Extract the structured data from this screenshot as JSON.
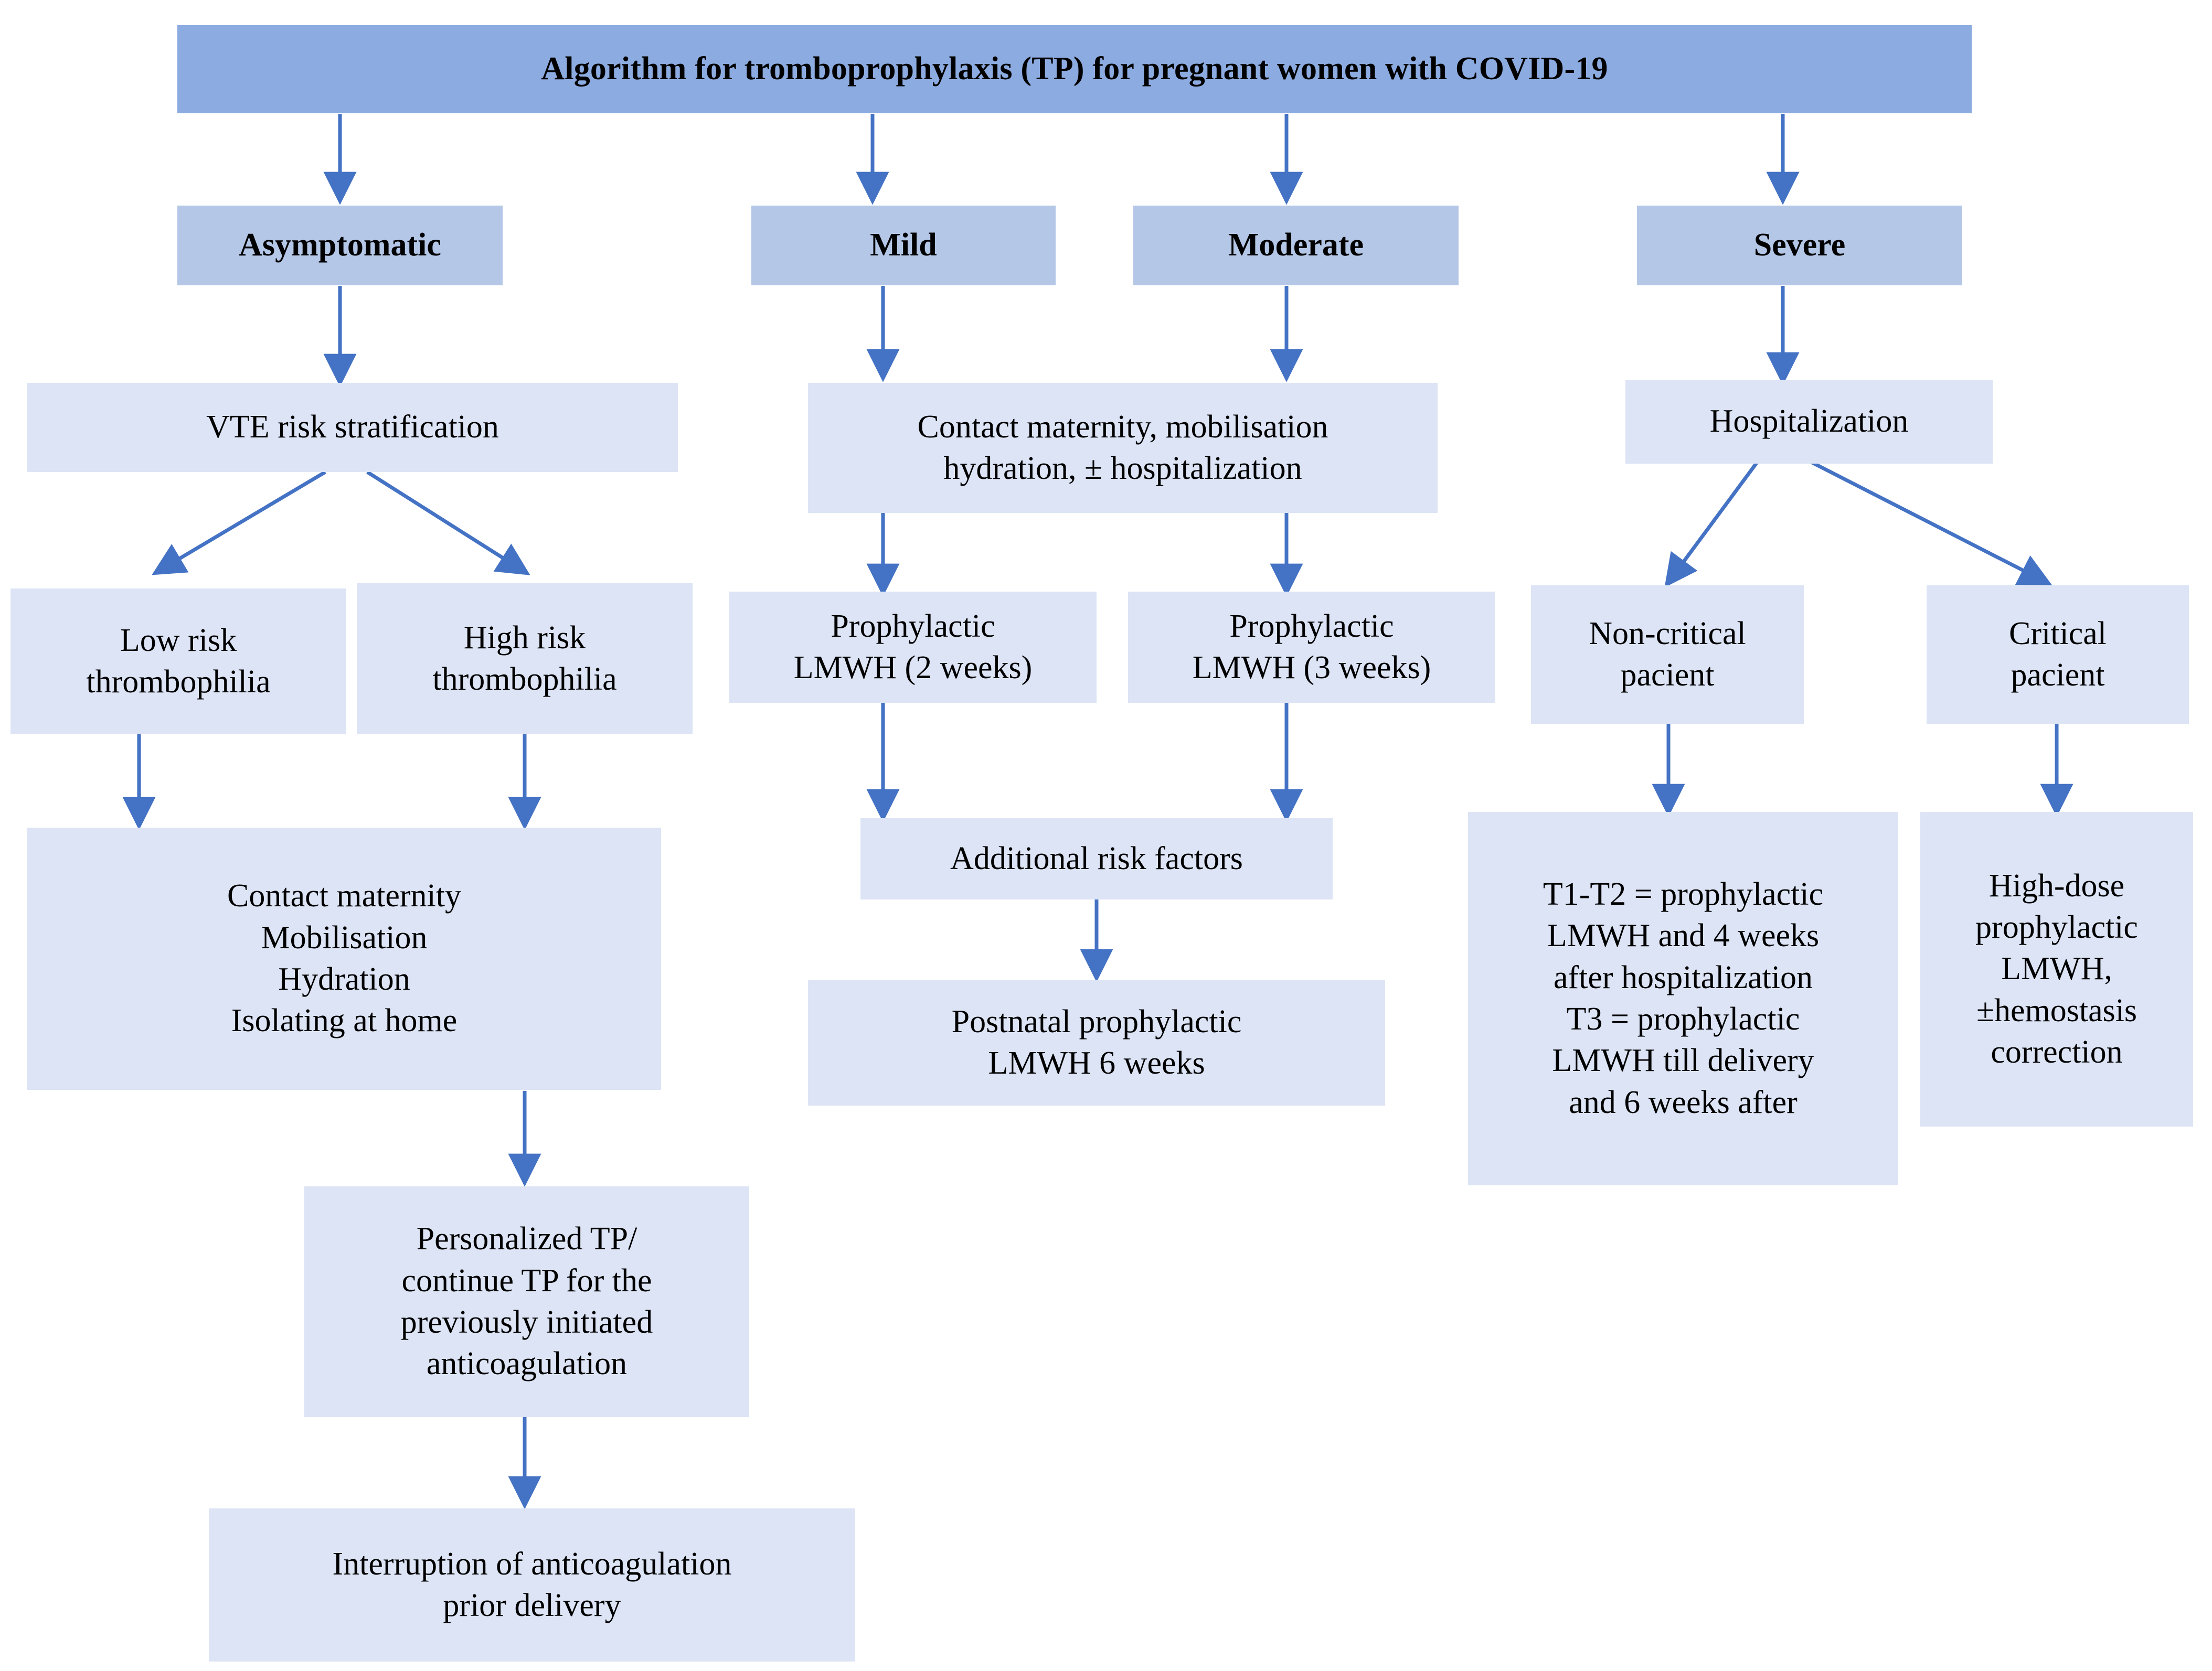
{
  "diagram": {
    "title": "Algorithm for tromboprophylaxis (TP) for pregnant women with COVID-19",
    "accent_color": "#4472C4",
    "title_fill": "#8CABE0",
    "severity_fill": "#B4C7E7",
    "node_fill": "#DCE4F5",
    "text_color": "#000000",
    "background": "#FFFFFF"
  },
  "nodes": {
    "title": "Algorithm for tromboprophylaxis (TP) for pregnant women with COVID-19",
    "asymptomatic": "Asymptomatic",
    "mild": "Mild",
    "moderate": "Moderate",
    "severe": "Severe",
    "vte_risk": "VTE risk stratification",
    "contact_maternity_mild": "Contact maternity, mobilisation\nhydration, ± hospitalization",
    "hospitalization": "Hospitalization",
    "low_risk": "Low risk\nthrombophilia",
    "high_risk": "High risk\nthrombophilia",
    "prophylactic_2w": "Prophylactic\nLMWH (2 weeks)",
    "prophylactic_3w": "Prophylactic\nLMWH (3 weeks)",
    "non_critical": "Non-critical\npacient",
    "critical": "Critical\npacient",
    "contact_maternity_list": "Contact maternity\nMobilisation\nHydration\nIsolating at home",
    "additional_risk": "Additional risk factors",
    "t1t2_t3": "T1-T2 = prophylactic\nLMWH and 4 weeks\nafter hospitalization\nT3 = prophylactic\nLMWH till delivery\nand 6 weeks after",
    "high_dose": "High-dose\nprophylactic\nLMWH,\n±hemostasis\ncorrection",
    "postnatal": "Postnatal prophylactic\nLMWH 6 weeks",
    "personalized_tp": "Personalized TP/\ncontinue TP for the\npreviously initiated\nanticoagulation",
    "interruption": "Interruption of anticoagulation\nprior delivery"
  },
  "edges": [
    {
      "from": "title",
      "to": "asymptomatic"
    },
    {
      "from": "title",
      "to": "mild"
    },
    {
      "from": "title",
      "to": "moderate"
    },
    {
      "from": "title",
      "to": "severe"
    },
    {
      "from": "asymptomatic",
      "to": "vte_risk"
    },
    {
      "from": "mild",
      "to": "contact_maternity_mild"
    },
    {
      "from": "moderate",
      "to": "contact_maternity_mild"
    },
    {
      "from": "severe",
      "to": "hospitalization"
    },
    {
      "from": "vte_risk",
      "to": "low_risk"
    },
    {
      "from": "vte_risk",
      "to": "high_risk"
    },
    {
      "from": "contact_maternity_mild",
      "to": "prophylactic_2w"
    },
    {
      "from": "contact_maternity_mild",
      "to": "prophylactic_3w"
    },
    {
      "from": "hospitalization",
      "to": "non_critical"
    },
    {
      "from": "hospitalization",
      "to": "critical"
    },
    {
      "from": "low_risk",
      "to": "contact_maternity_list"
    },
    {
      "from": "high_risk",
      "to": "contact_maternity_list"
    },
    {
      "from": "prophylactic_2w",
      "to": "additional_risk"
    },
    {
      "from": "prophylactic_3w",
      "to": "additional_risk"
    },
    {
      "from": "non_critical",
      "to": "t1t2_t3"
    },
    {
      "from": "critical",
      "to": "high_dose"
    },
    {
      "from": "additional_risk",
      "to": "postnatal"
    },
    {
      "from": "contact_maternity_list",
      "to": "personalized_tp"
    },
    {
      "from": "personalized_tp",
      "to": "interruption"
    }
  ]
}
